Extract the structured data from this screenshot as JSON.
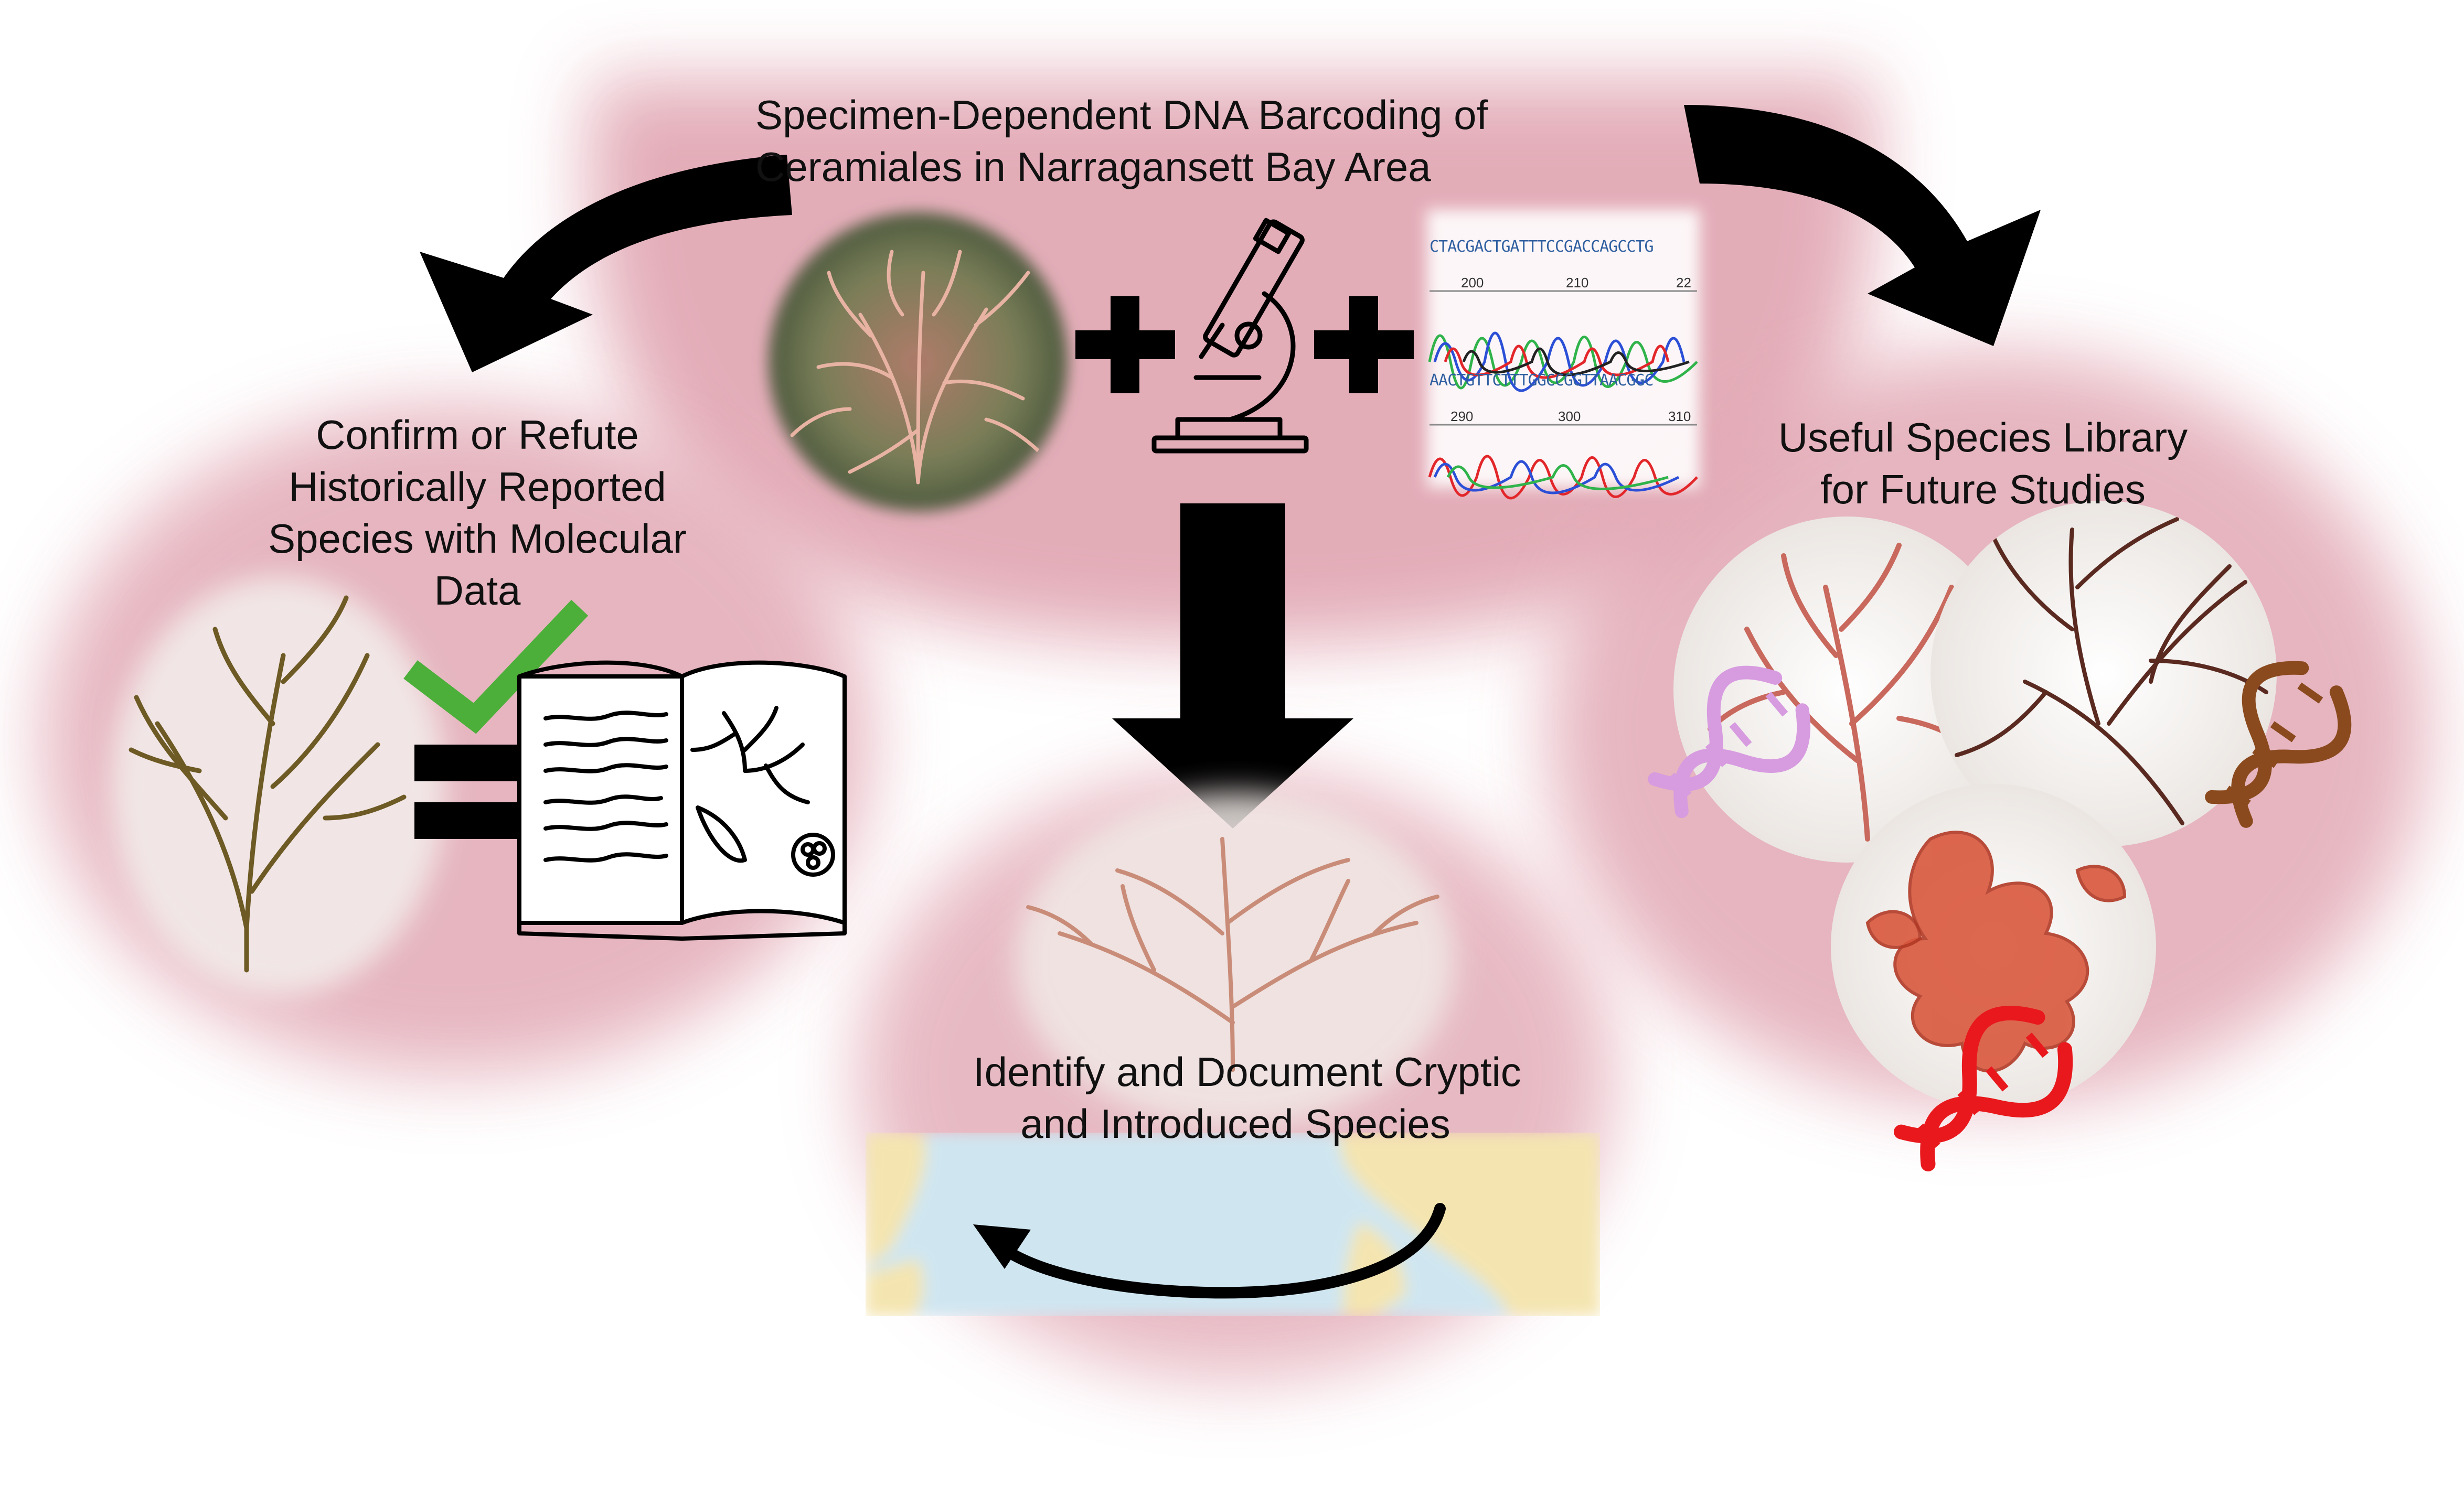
{
  "colors": {
    "blob": "#e2a9b5",
    "arrow": "#000000",
    "check": "#4caf3a",
    "dna_pink": "#d79be0",
    "dna_brown": "#8a4a1e",
    "dna_red": "#e8181c",
    "ocean": "#cfe6f1",
    "land": "#f4e5b0"
  },
  "icons": [
    "microscope-icon",
    "plus-icon",
    "equals-icon",
    "check-icon",
    "open-book-icon",
    "dna-icon",
    "world-map-icon",
    "circular-arrow-icon"
  ],
  "top": {
    "title_line1": "Specimen-Dependent DNA Barcoding of",
    "title_line2": "Ceramiales in Narragansett Bay Area"
  },
  "sequence": {
    "row1_bases": "CTACGACTGATTTCCGACCAGCCTG",
    "row1_ticks": [
      "200",
      "210",
      "22"
    ],
    "row2_bases": "AACTGTTCTTTGGCCGGTTAACGGC",
    "row2_ticks": [
      "290",
      "300",
      "310"
    ]
  },
  "left": {
    "line1": "Confirm or Refute",
    "line2": "Historically Reported",
    "line3": "Species with Molecular",
    "line4": "Data"
  },
  "right": {
    "line1": "Useful Species Library",
    "line2": "for Future Studies"
  },
  "bottom": {
    "line1": "Identify and Document Cryptic",
    "line2": "and Introduced Species"
  }
}
